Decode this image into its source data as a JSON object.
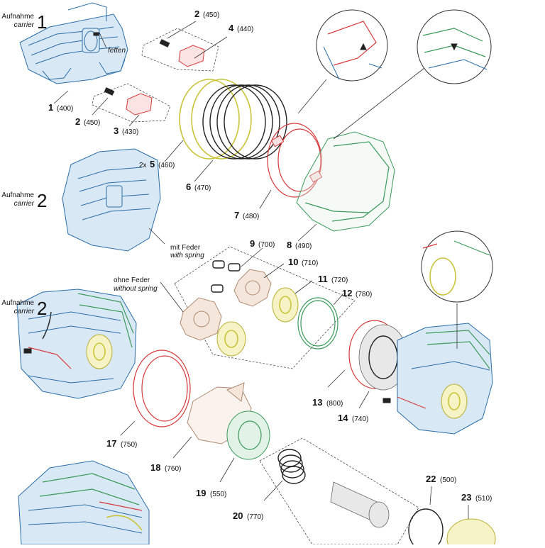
{
  "carrier_labels": [
    {
      "de": "Aufnahme",
      "en": "carrier",
      "num": "1"
    },
    {
      "de": "Aufnahme",
      "en": "carrier",
      "num": "2"
    },
    {
      "de": "Aufnahme",
      "en": "carrier",
      "num": "2"
    }
  ],
  "annotations": {
    "fetten": "fetten",
    "mit_feder_de": "mit Feder",
    "mit_feder_en": "with spring",
    "ohne_feder_de": "ohne Feder",
    "ohne_feder_en": "without spring",
    "qty_prefix": "2x"
  },
  "parts": [
    {
      "num": "1",
      "code": "(400)"
    },
    {
      "num": "2",
      "code": "(450)"
    },
    {
      "num": "2",
      "code": "(450)"
    },
    {
      "num": "3",
      "code": "(430)"
    },
    {
      "num": "4",
      "code": "(440)"
    },
    {
      "num": "5",
      "code": "(460)"
    },
    {
      "num": "6",
      "code": "(470)"
    },
    {
      "num": "7",
      "code": "(480)"
    },
    {
      "num": "8",
      "code": "(490)"
    },
    {
      "num": "9",
      "code": "(700)"
    },
    {
      "num": "10",
      "code": "(710)"
    },
    {
      "num": "11",
      "code": "(720)"
    },
    {
      "num": "12",
      "code": "(780)"
    },
    {
      "num": "13",
      "code": "(800)"
    },
    {
      "num": "14",
      "code": "(740)"
    },
    {
      "num": "17",
      "code": "(750)"
    },
    {
      "num": "18",
      "code": "(760)"
    },
    {
      "num": "19",
      "code": "(550)"
    },
    {
      "num": "20",
      "code": "(770)"
    },
    {
      "num": "22",
      "code": "(500)"
    },
    {
      "num": "23",
      "code": "(510)"
    }
  ]
}
